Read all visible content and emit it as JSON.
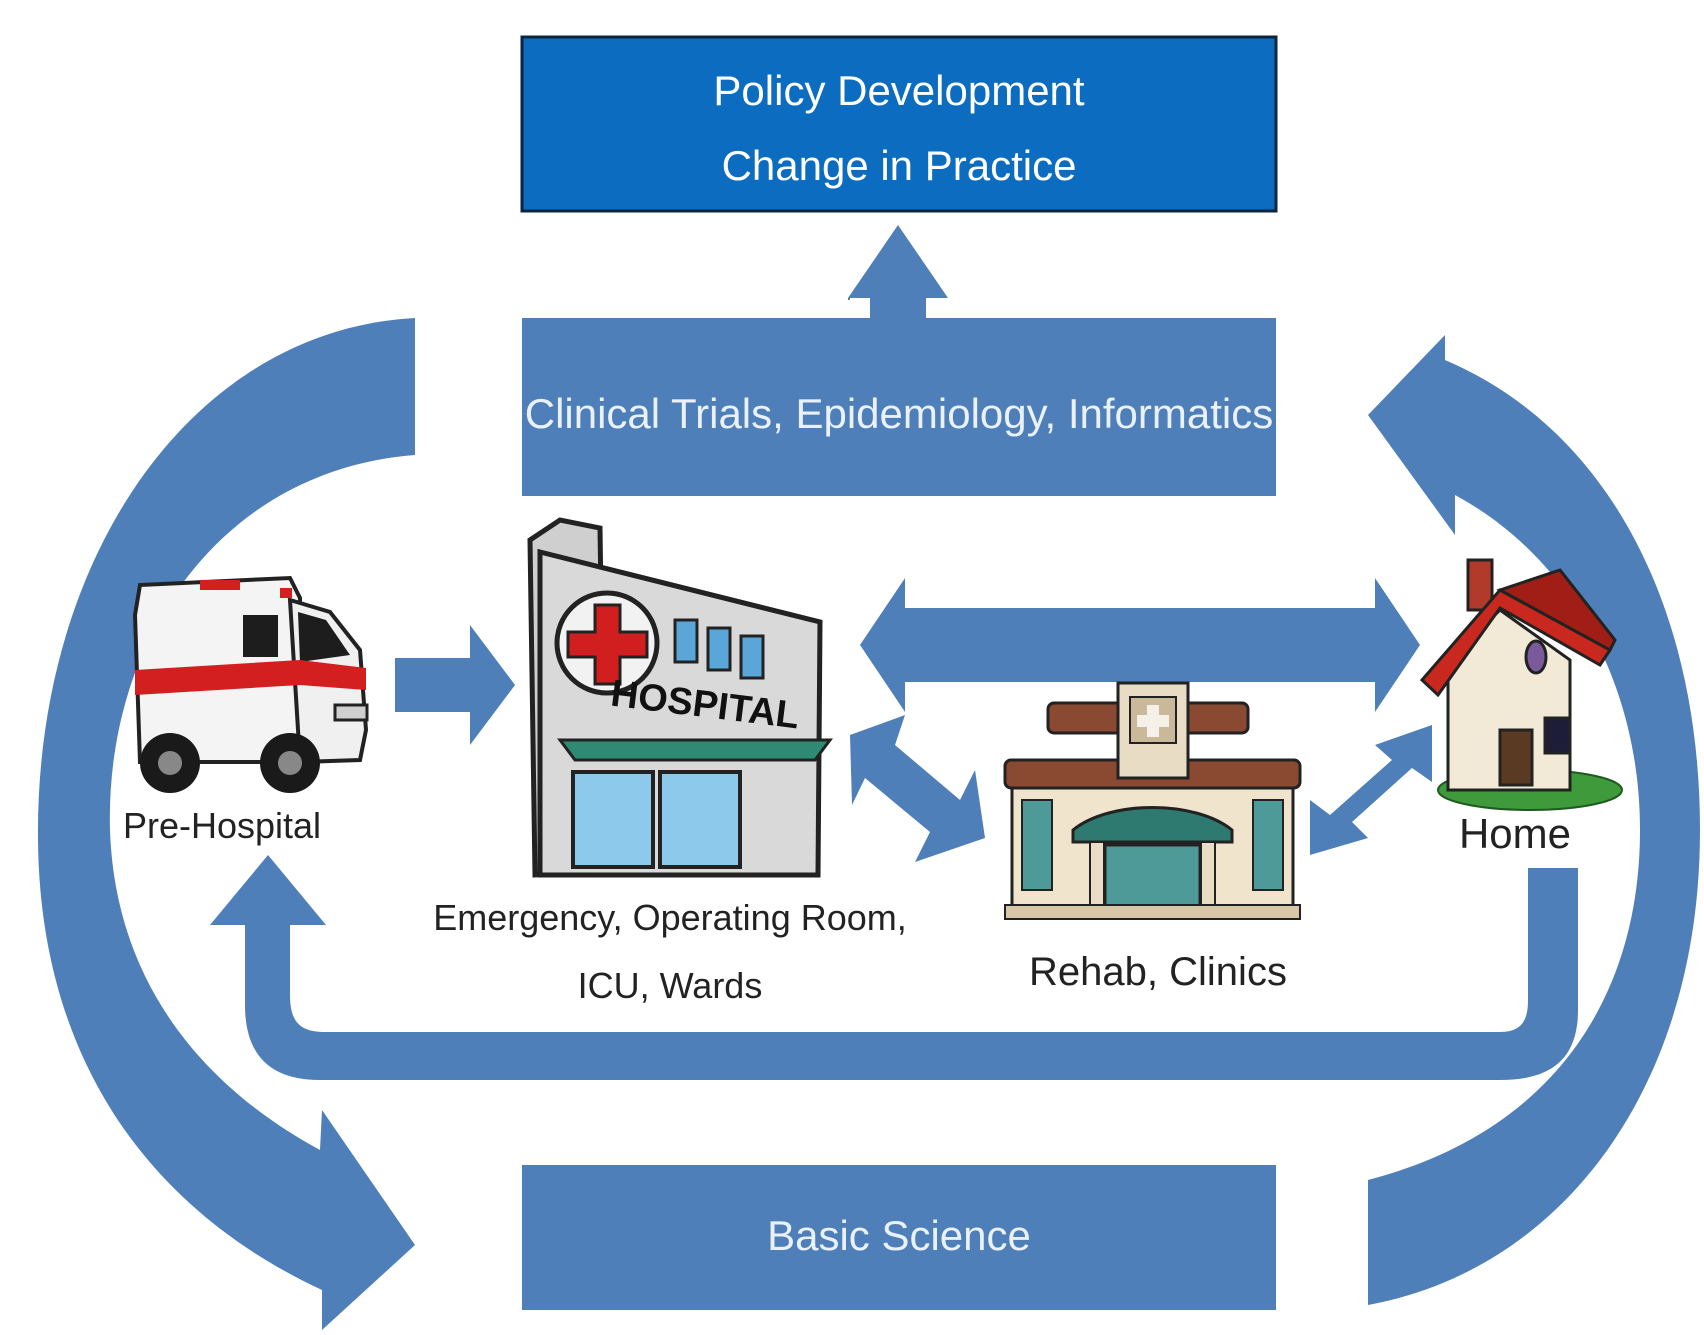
{
  "colors": {
    "arrow_blue": "#4f7fb8",
    "arrow_shadow": "#3c6a9f",
    "box_blue": "#4f7fb8",
    "policy_blue": "#0b6cc0",
    "box_text": "#eaf1fa",
    "label_text": "#222222"
  },
  "policy": {
    "line1": "Policy Development",
    "line2": "Change in Practice"
  },
  "research_box": {
    "label": "Clinical Trials, Epidemiology, Informatics"
  },
  "basic_science": {
    "label": "Basic Science"
  },
  "nodes": {
    "prehospital": {
      "label": "Pre-Hospital",
      "icon": "ambulance-icon"
    },
    "hospital": {
      "sign": "HOSPITAL",
      "label_line1": "Emergency, Operating Room,",
      "label_line2": "ICU, Wards",
      "icon": "hospital-icon"
    },
    "rehab": {
      "label": "Rehab, Clinics",
      "icon": "clinic-icon"
    },
    "home": {
      "label": "Home",
      "icon": "house-icon"
    }
  }
}
